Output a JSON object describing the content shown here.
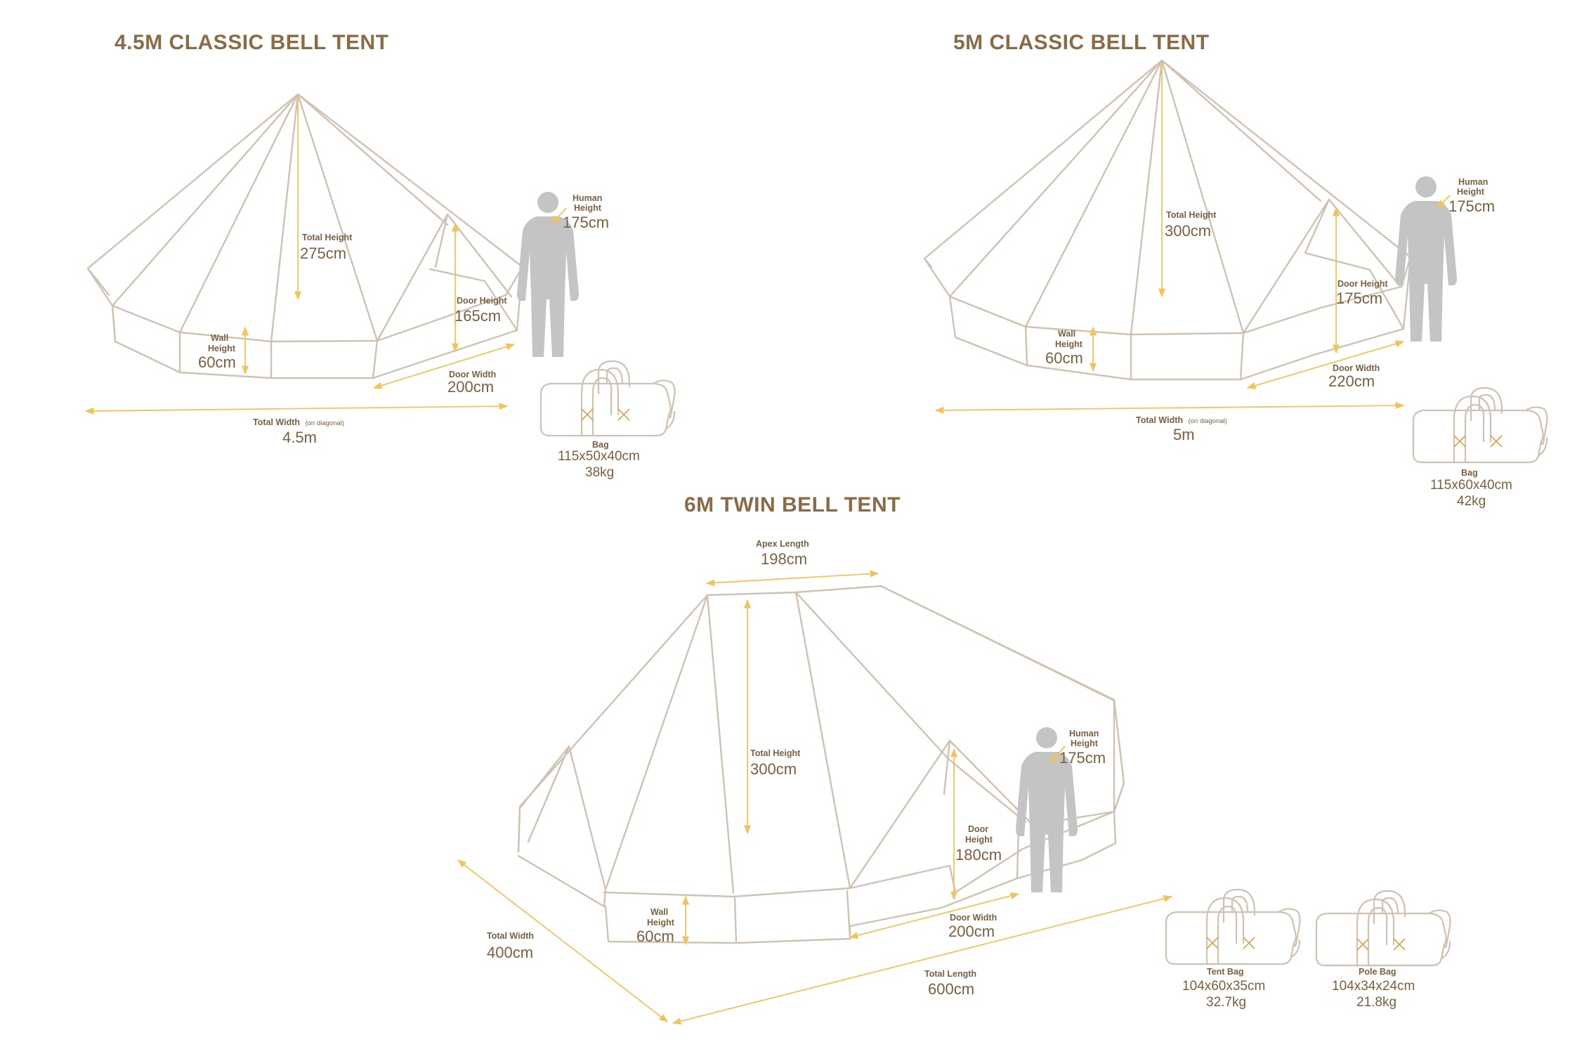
{
  "colors": {
    "title": "#8a6b45",
    "text": "#7a5f3f",
    "outline": "#cfc2b2",
    "dimension": "#f2c35a",
    "human": "#c4c4c4"
  },
  "tent45": {
    "title": "4.5M CLASSIC BELL TENT",
    "total_height": {
      "label": "Total Height",
      "value": "275cm"
    },
    "human_height": {
      "label1": "Human",
      "label2": "Height",
      "value": "175cm"
    },
    "door_height": {
      "label": "Door Height",
      "value": "165cm"
    },
    "wall_height": {
      "label1": "Wall",
      "label2": "Height",
      "value": "60cm"
    },
    "door_width": {
      "label": "Door Width",
      "value": "200cm"
    },
    "total_width": {
      "label": "Total Width",
      "note": "(on diagonal)",
      "value": "4.5m"
    },
    "bag": {
      "label": "Bag",
      "size": "115x50x40cm",
      "weight": "38kg"
    }
  },
  "tent5": {
    "title": "5M CLASSIC BELL TENT",
    "total_height": {
      "label": "Total Height",
      "value": "300cm"
    },
    "human_height": {
      "label1": "Human",
      "label2": "Height",
      "value": "175cm"
    },
    "door_height": {
      "label": "Door Height",
      "value": "175cm"
    },
    "wall_height": {
      "label1": "Wall",
      "label2": "Height",
      "value": "60cm"
    },
    "door_width": {
      "label": "Door Width",
      "value": "220cm"
    },
    "total_width": {
      "label": "Total Width",
      "note": "(on diagonal)",
      "value": "5m"
    },
    "bag": {
      "label": "Bag",
      "size": "115x60x40cm",
      "weight": "42kg"
    }
  },
  "tent6": {
    "title": "6M TWIN BELL TENT",
    "apex_length": {
      "label": "Apex Length",
      "value": "198cm"
    },
    "total_height": {
      "label": "Total Height",
      "value": "300cm"
    },
    "human_height": {
      "label1": "Human",
      "label2": "Height",
      "value": "175cm"
    },
    "door_height": {
      "label1": "Door",
      "label2": "Height",
      "value": "180cm"
    },
    "wall_height": {
      "label1": "Wall",
      "label2": "Height",
      "value": "60cm"
    },
    "door_width": {
      "label": "Door Width",
      "value": "200cm"
    },
    "total_width": {
      "label": "Total Width",
      "value": "400cm"
    },
    "total_length": {
      "label": "Total Length",
      "value": "600cm"
    },
    "tent_bag": {
      "label": "Tent Bag",
      "size": "104x60x35cm",
      "weight": "32.7kg"
    },
    "pole_bag": {
      "label": "Pole Bag",
      "size": "104x34x24cm",
      "weight": "21.8kg"
    }
  }
}
